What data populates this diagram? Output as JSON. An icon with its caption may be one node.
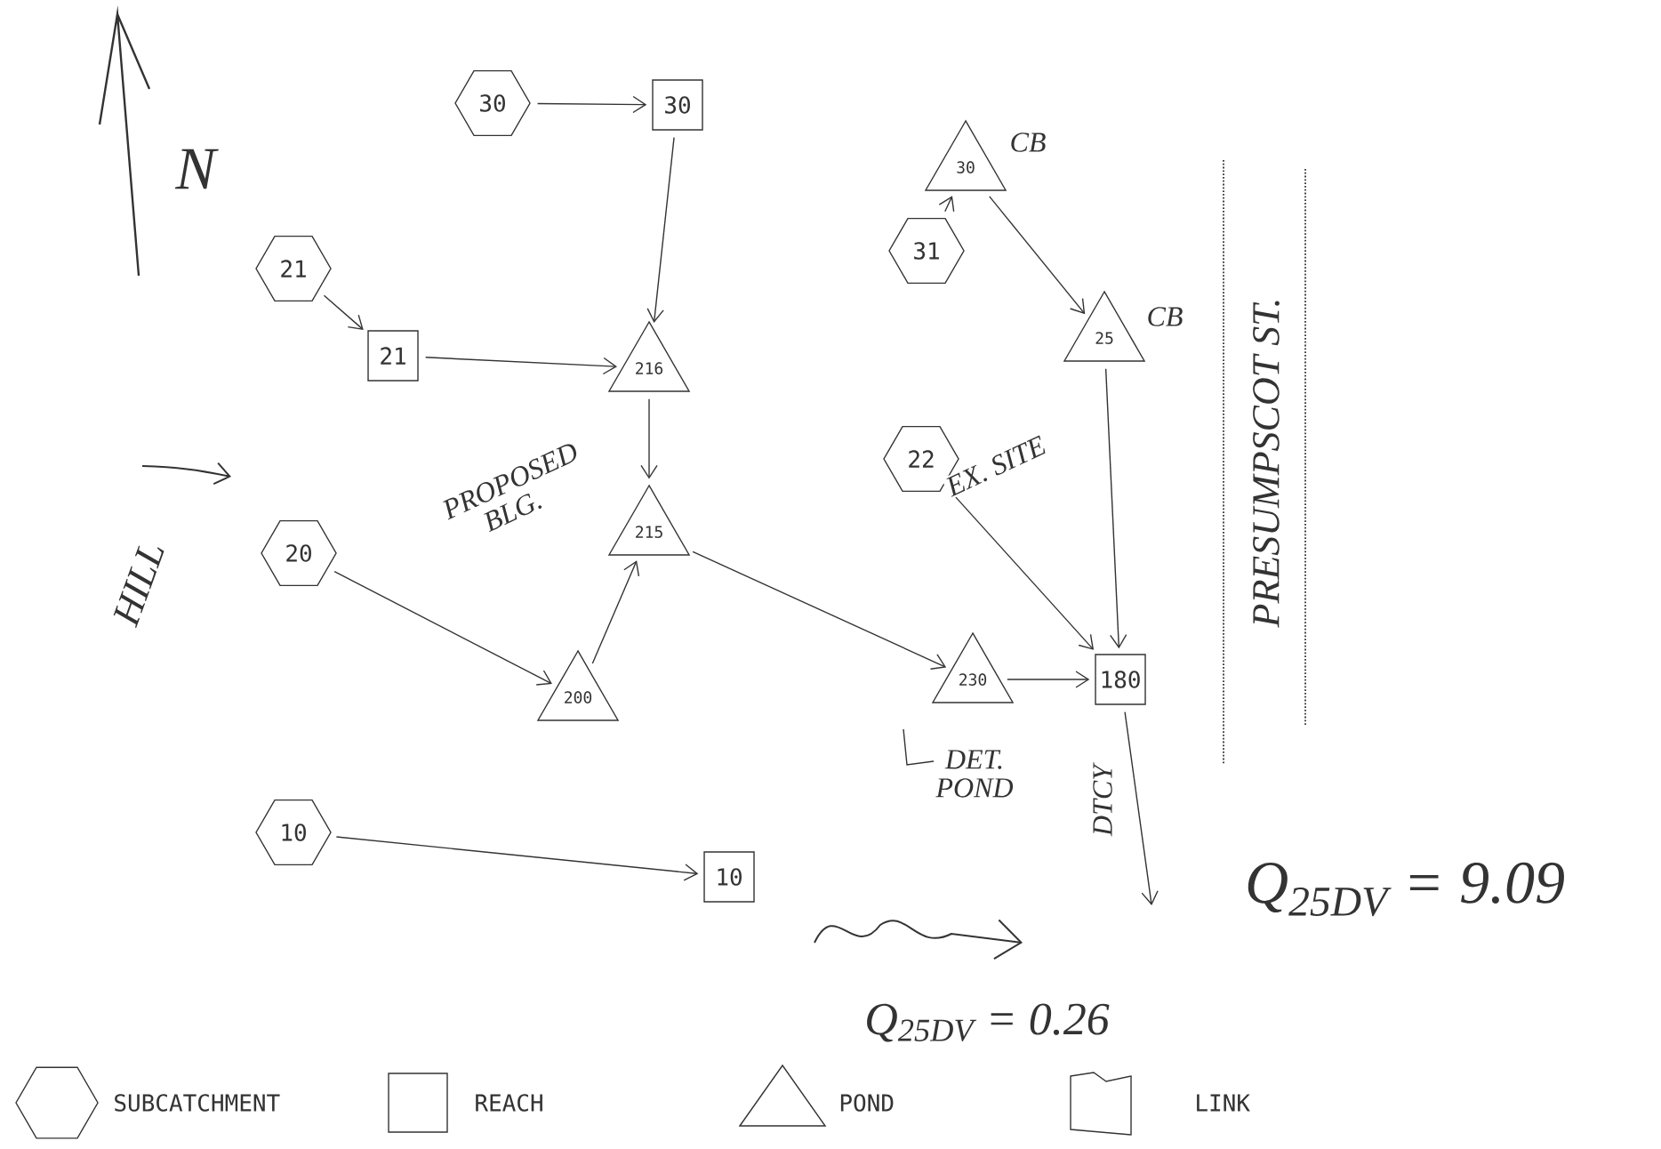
{
  "diagram": {
    "nodes": [
      {
        "text": [
          "30"
        ]
      },
      {
        "text": [
          "30"
        ]
      },
      {
        "text": [
          "21"
        ]
      },
      {
        "text": [
          "21"
        ]
      },
      {
        "text": [
          "216"
        ]
      },
      {
        "text": [
          "30"
        ],
        "beside": [
          "CB"
        ]
      },
      {
        "text": [
          "31"
        ]
      },
      {
        "text": [
          "25"
        ],
        "beside": [
          "CB"
        ]
      },
      {
        "text": [
          "20"
        ]
      },
      {
        "text": [
          "215"
        ],
        "beside": [
          "PROPOSED BLG."
        ]
      },
      {
        "text": [
          "22"
        ]
      },
      {
        "text": [
          "200"
        ]
      },
      {
        "text": [
          "230"
        ],
        "beside": [
          "DET. POND"
        ]
      },
      {
        "text": [
          "180"
        ]
      },
      {
        "text": [
          "10"
        ]
      },
      {
        "text": [
          "10"
        ]
      }
    ],
    "edges": [
      {
        "from": 0,
        "to": 1,
        "arrow": "to"
      },
      {
        "from": 1,
        "to": 4,
        "arrow": "to"
      },
      {
        "from": 2,
        "to": 3,
        "arrow": "to"
      },
      {
        "from": 3,
        "to": 4,
        "arrow": "to"
      },
      {
        "from": 6,
        "to": 5,
        "arrow": "to"
      },
      {
        "from": 5,
        "to": 7,
        "arrow": "to"
      },
      {
        "from": 4,
        "to": 9,
        "arrow": "to"
      },
      {
        "from": 8,
        "to": 11,
        "arrow": "to"
      },
      {
        "from": 11,
        "to": 9,
        "arrow": "to"
      },
      {
        "from": 9,
        "to": 12,
        "arrow": "to"
      },
      {
        "from": 7,
        "to": 13,
        "arrow": "to"
      },
      {
        "from": 10,
        "to": 13,
        "arrow": "to",
        "label": "EX. SITE"
      },
      {
        "from": 12,
        "to": 13,
        "arrow": "to"
      },
      {
        "from": 13,
        "to": null,
        "arrow": "to",
        "label": "DTCY"
      },
      {
        "from": 14,
        "to": 15,
        "arrow": "to"
      }
    ],
    "labels": [
      "N",
      "HILL",
      "PRESUMPSCOT ST.",
      "Q$_{25DV}$ = 9.09",
      "Q$_{25DV}$ = 0.26"
    ],
    "legend": [
      {
        "text": "SUBCATCHMENT"
      },
      {
        "text": "REACH"
      },
      {
        "text": "POND"
      },
      {
        "text": "LINK"
      }
    ]
  }
}
